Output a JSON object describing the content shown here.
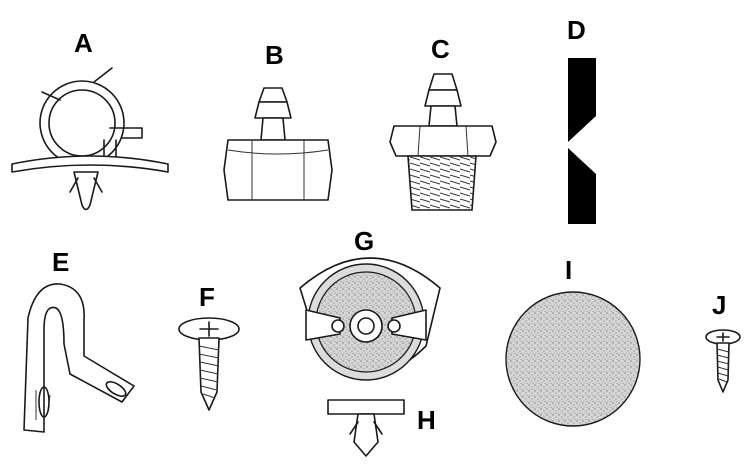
{
  "labels": {
    "a": "A",
    "b": "B",
    "c": "C",
    "d": "D",
    "e": "E",
    "f": "F",
    "g": "G",
    "h": "H",
    "i": "I",
    "j": "J"
  },
  "colors": {
    "background": "#ffffff",
    "ink": "#000000",
    "felt": "#d6d6d6"
  }
}
